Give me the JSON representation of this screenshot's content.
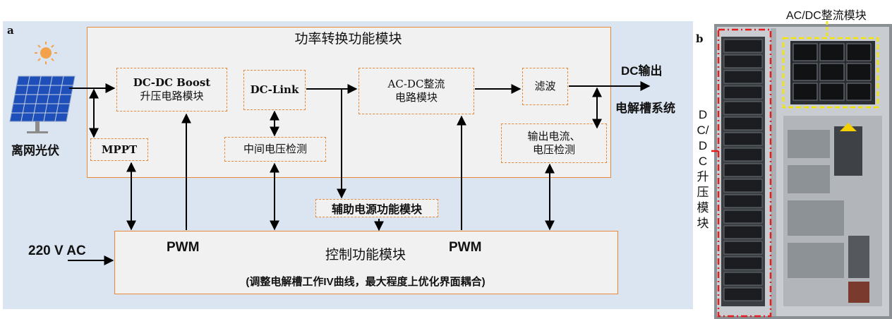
{
  "panel_a": {
    "label": "a",
    "power_module_title": "功率转换功能模块",
    "boost": [
      "DC-DC Boost",
      "升压电路模块"
    ],
    "dclink": "DC-Link",
    "acdc": [
      "AC-DC整流",
      "电路模块"
    ],
    "filter": "滤波",
    "mppt": "MPPT",
    "mid_voltage": "中间电压检测",
    "output_detect": [
      "输出电流、",
      "电压检测"
    ],
    "pv_label": "离网光伏",
    "dc_out": "DC输出",
    "electrolyzer": "电解槽系统",
    "aux_power": "辅助电源功能模块",
    "control_title": "控制功能模块",
    "control_sub": "(调整电解槽工作IV曲线，最大程度上优化界面耦合)",
    "pwm_left": "PWM",
    "pwm_right": "PWM",
    "ac_in": "220 V AC"
  },
  "panel_b": {
    "label": "b",
    "acdc_label": "AC/DC整流模块",
    "dcdc_label": "DC/DC升压模块"
  },
  "colors": {
    "orange": "#e8893a",
    "panel_bg": "#dbe5f1",
    "box_bg": "#f1f1f1",
    "red_dash": "#e41d1d",
    "yellow_dash": "#f5e600"
  }
}
